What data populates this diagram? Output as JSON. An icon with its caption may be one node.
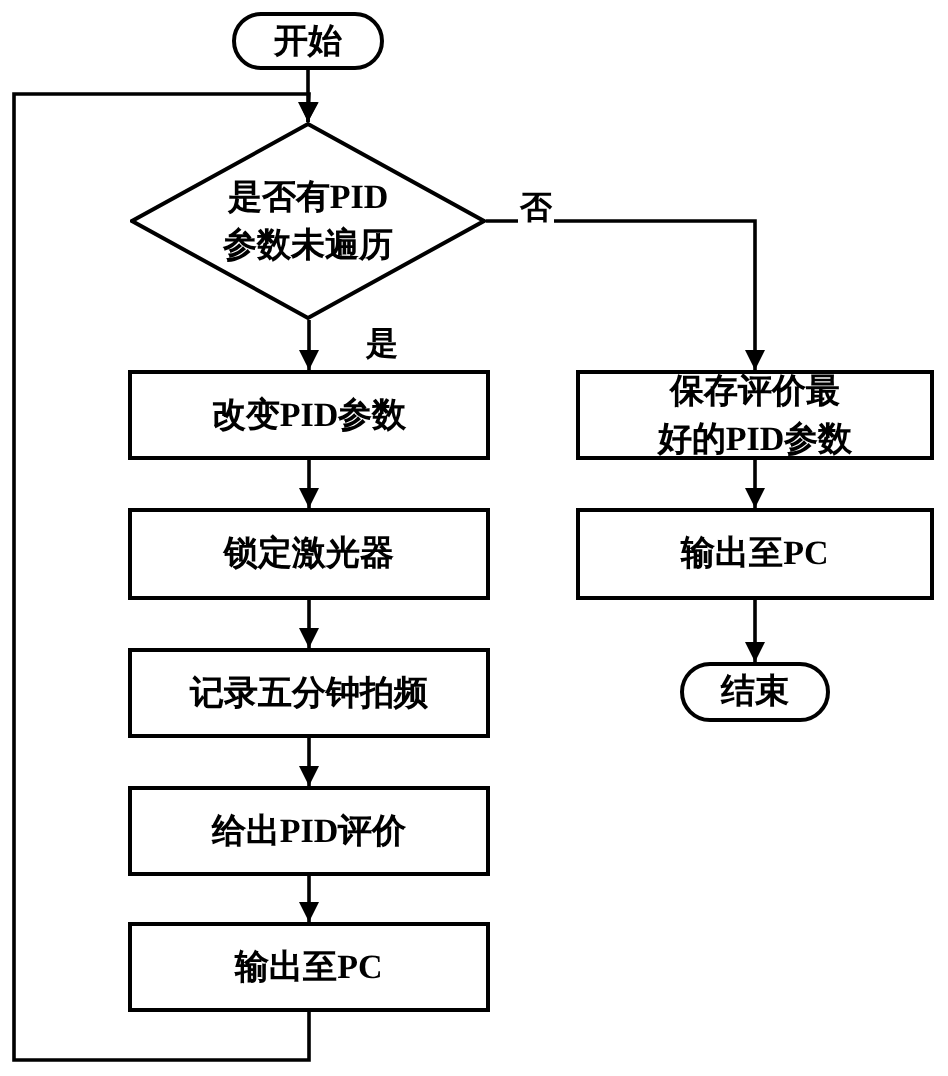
{
  "diagram": {
    "nodes": [
      {
        "text": [
          "开始"
        ]
      },
      {
        "text": [
          "是否有PID参数未遍历"
        ]
      },
      {
        "text": [
          "改变PID参数"
        ]
      },
      {
        "text": [
          "锁定激光器"
        ]
      },
      {
        "text": [
          "记录五分钟拍频"
        ]
      },
      {
        "text": [
          "给出PID评价"
        ]
      },
      {
        "text": [
          "输出至PC"
        ]
      },
      {
        "text": [
          "保存评价最好的PID参数"
        ]
      },
      {
        "text": [
          "输出至PC"
        ]
      },
      {
        "text": [
          "结束"
        ]
      }
    ],
    "edges": [
      {
        "from": 0,
        "to": 1,
        "arrow": "to"
      },
      {
        "from": 1,
        "to": 2,
        "arrow": "to",
        "label": "是"
      },
      {
        "from": 2,
        "to": 3,
        "arrow": "to"
      },
      {
        "from": 3,
        "to": 4,
        "arrow": "to"
      },
      {
        "from": 4,
        "to": 5,
        "arrow": "to"
      },
      {
        "from": 5,
        "to": 6,
        "arrow": "to"
      },
      {
        "from": 6,
        "to": 1,
        "arrow": "to"
      },
      {
        "from": 1,
        "to": 7,
        "arrow": "to",
        "label": "否"
      },
      {
        "from": 7,
        "to": 8,
        "arrow": "to"
      },
      {
        "from": 8,
        "to": 9,
        "arrow": "to"
      }
    ]
  }
}
